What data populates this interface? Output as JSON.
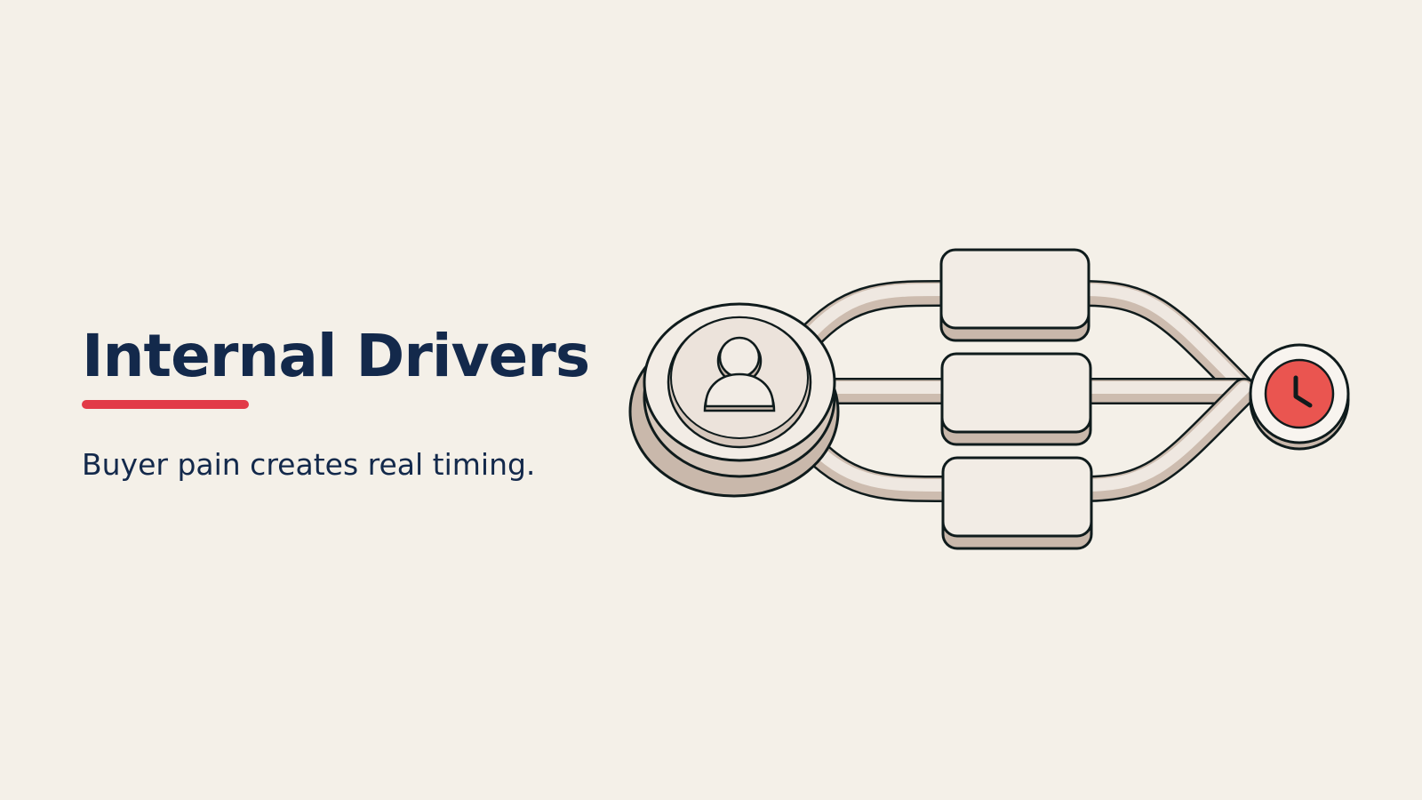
{
  "slide": {
    "title": "Internal Drivers",
    "subtitle": "Buyer pain creates real timing."
  },
  "diagram": {
    "source_icon": "person-icon",
    "target_icon": "clock-icon",
    "stage_count": 3
  },
  "colors": {
    "background": "#f4f0e8",
    "title": "#13294b",
    "accent": "#e23a47",
    "node_fill": "#f2ece5",
    "node_shadow": "#d3c3b7",
    "outline": "#0f1b1c"
  }
}
